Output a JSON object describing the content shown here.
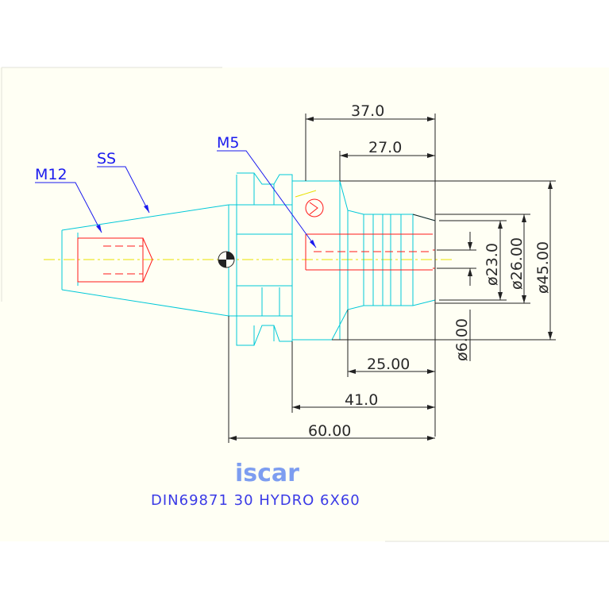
{
  "drawing": {
    "background": "#fffff4",
    "title": "DIN69871 30 HYDRO 6X60",
    "logo": "iscar",
    "callouts": {
      "thread_small": "M5",
      "thread_large": "M12",
      "ss": "SS"
    },
    "dimensions": {
      "d37": "37.0",
      "d27": "27.0",
      "d25": "25.00",
      "d41": "41.0",
      "d60": "60.00",
      "dia23": "ø23.0",
      "dia26": "ø26.00",
      "dia45": "ø45.00",
      "dia6": "ø6.00"
    },
    "colors": {
      "outline": "#00c8d8",
      "hidden": "#ff1a1a",
      "annotation": "#1a1aee",
      "centerline": "#e8e000",
      "dimension": "#222222"
    }
  }
}
